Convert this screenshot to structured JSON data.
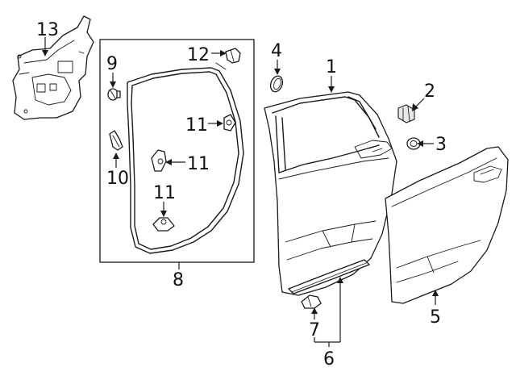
{
  "callouts": [
    {
      "id": "c13",
      "text": "13"
    },
    {
      "id": "c9",
      "text": "9"
    },
    {
      "id": "c12",
      "text": "12"
    },
    {
      "id": "c4",
      "text": "4"
    },
    {
      "id": "c1",
      "text": "1"
    },
    {
      "id": "c2",
      "text": "2"
    },
    {
      "id": "c3",
      "text": "3"
    },
    {
      "id": "c11a",
      "text": "11"
    },
    {
      "id": "c11b",
      "text": "11"
    },
    {
      "id": "c11c",
      "text": "11"
    },
    {
      "id": "c10",
      "text": "10"
    },
    {
      "id": "c8",
      "text": "8"
    },
    {
      "id": "c5",
      "text": "5"
    },
    {
      "id": "c7",
      "text": "7"
    },
    {
      "id": "c6",
      "text": "6"
    }
  ]
}
